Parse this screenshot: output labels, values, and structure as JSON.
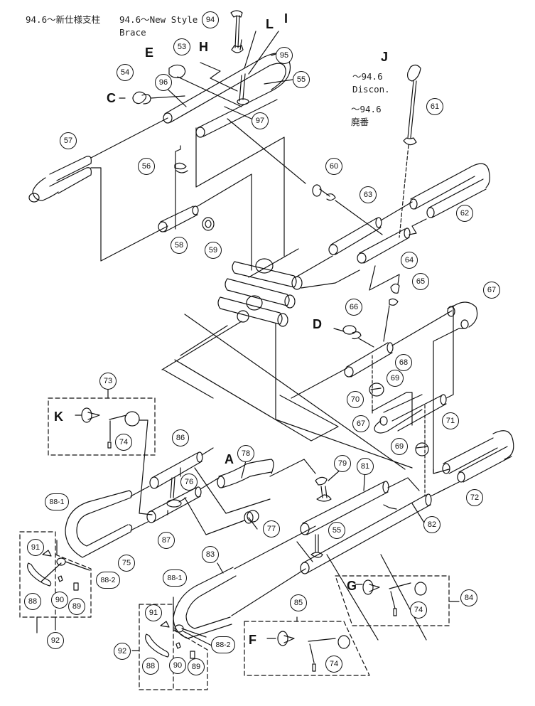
{
  "notes": {
    "new_style_jp": "94.6～新仕様支柱",
    "new_style_en_line1": "94.6～New Style",
    "new_style_en_line2": "Brace",
    "discon_en_line1": "～94.6",
    "discon_en_line2": "Discon.",
    "discon_jp_line1": "～94.6",
    "discon_jp_line2": "廃番"
  },
  "reference_letters": [
    "A",
    "C",
    "D",
    "E",
    "F",
    "G",
    "H",
    "I",
    "J",
    "K",
    "L"
  ],
  "letters": {
    "A": "A",
    "C": "C",
    "D": "D",
    "E": "E",
    "F": "F",
    "G": "G",
    "H": "H",
    "I": "I",
    "J": "J",
    "K": "K",
    "L": "L"
  },
  "callouts": {
    "c94": "94",
    "c95": "95",
    "c53": "53",
    "c54": "54",
    "c96": "96",
    "c55a": "55",
    "c97": "97",
    "c61": "61",
    "c57": "57",
    "c56": "56",
    "c58": "58",
    "c59": "59",
    "c60": "60",
    "c63": "63",
    "c62": "62",
    "c64": "64",
    "c65": "65",
    "c66": "66",
    "c67a": "67",
    "c68": "68",
    "c69a": "69",
    "c70": "70",
    "c67b": "67",
    "c71": "71",
    "c69b": "69",
    "c72": "72",
    "c73": "73",
    "c74a": "74",
    "c86": "86",
    "c78": "78",
    "c76": "76",
    "c79": "79",
    "c81": "81",
    "c77": "77",
    "c55b": "55",
    "c82": "82",
    "c87": "87",
    "c88_1a": "88-1",
    "c91a": "91",
    "c75": "75",
    "c88_2a": "88-2",
    "c88a": "88",
    "c90a": "90",
    "c89a": "89",
    "c92a": "92",
    "c83": "83",
    "c84": "84",
    "c74b": "74",
    "c85": "85",
    "c88_1b": "88-1",
    "c91b": "91",
    "c88_2b": "88-2",
    "c92b": "92",
    "c88b": "88",
    "c90b": "90",
    "c89b": "89",
    "c74c": "74"
  },
  "colors": {
    "line": "#111111",
    "background": "#ffffff"
  }
}
